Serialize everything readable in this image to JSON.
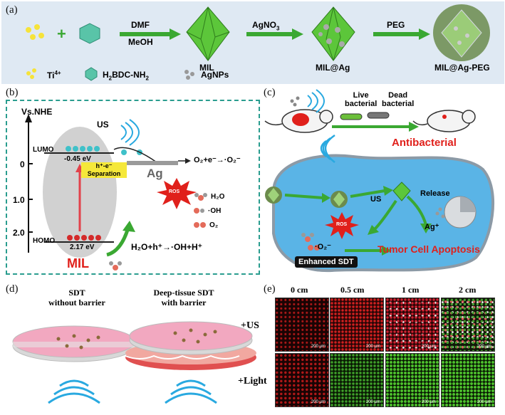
{
  "panel_a": {
    "label": "(a)",
    "step1_top": "DMF",
    "step1_bottom": "MeOH",
    "step2": "AgNO",
    "step2_sub": "3",
    "step3": "PEG",
    "product1": "MIL",
    "product2": "MIL@Ag",
    "product3": "MIL@Ag-PEG",
    "legend_ti": "Ti",
    "legend_ti_sup": "4+",
    "legend_linker": "H",
    "legend_linker_sub": "2",
    "legend_linker_rest": "BDC-NH",
    "legend_linker_sub2": "2",
    "legend_agnp": "AgNPs"
  },
  "panel_b": {
    "label": "(b)",
    "axis_title": "Vs.NHE",
    "ticks": [
      "0",
      "1.0",
      "2.0"
    ],
    "lumo": "LUMO",
    "lumo_val": "-0.45 eV",
    "homo": "HOMO",
    "homo_val": "2.17 eV",
    "us": "US",
    "separation_line1": "h⁺-e⁻",
    "separation_line2": "Separation",
    "ag": "Ag",
    "reaction1": "O₂+e⁻→·O₂⁻",
    "ros": "ROS",
    "h2o": "H₂O",
    "oh": "·OH",
    "o2": "O₂",
    "reaction2": "H₂O+h⁺→·OH+H⁺",
    "mil": "MIL"
  },
  "panel_c": {
    "label": "(c)",
    "live": "Live",
    "live2": "bacterial",
    "dead": "Dead",
    "dead2": "bacterial",
    "antibacterial": "Antibacterial",
    "release": "Release",
    "us": "US",
    "ros": "ROS",
    "ag_ion": "Ag⁺",
    "o2_radical": "·O₂⁻",
    "enhanced": "Enhanced SDT",
    "apoptosis": "Tumor Cell Apoptosis"
  },
  "panel_d": {
    "label": "(d)",
    "left_title1": "SDT",
    "left_title2": "without barrier",
    "right_title1": "Deep-tissue SDT",
    "right_title2": "with barrier"
  },
  "panel_e": {
    "label": "(e)",
    "columns": [
      "0 cm",
      "0.5 cm",
      "1 cm",
      "2 cm"
    ],
    "rows": [
      "+US",
      "+Light"
    ],
    "scale_bar": "200 μm"
  },
  "colors": {
    "arrow_green": "#3aa832",
    "red_text": "#e0201b",
    "dashed_teal": "#2a9d8f",
    "cell_blue": "#5ab4e6",
    "dish_pink": "#f2a8c0"
  }
}
